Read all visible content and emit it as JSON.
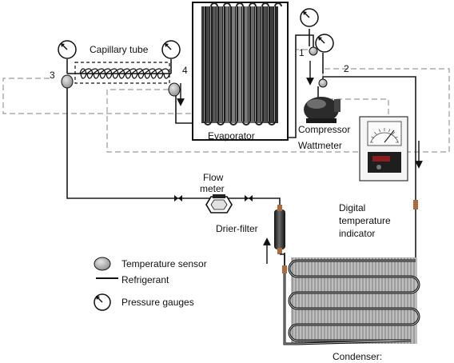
{
  "labels": {
    "capillary_tube": "Capillary tube",
    "evaporator": "Evaporator",
    "compressor": "Compressor",
    "wattmeter": "Wattmeter",
    "flow_meter_line1": "Flow",
    "flow_meter_line2": "meter",
    "drier_filter": "Drier-filter",
    "digital_temp_line1": "Digital",
    "digital_temp_line2": "temperature",
    "digital_temp_line3": "indicator",
    "condenser": "Condenser:"
  },
  "points": {
    "p1": "1",
    "p2": "2",
    "p3": "3",
    "p4": "4"
  },
  "legend": {
    "temperature_sensor": "Temperature sensor",
    "refrigerant": "Refrigerant",
    "pressure_gauges": "Pressure gauges"
  }
}
